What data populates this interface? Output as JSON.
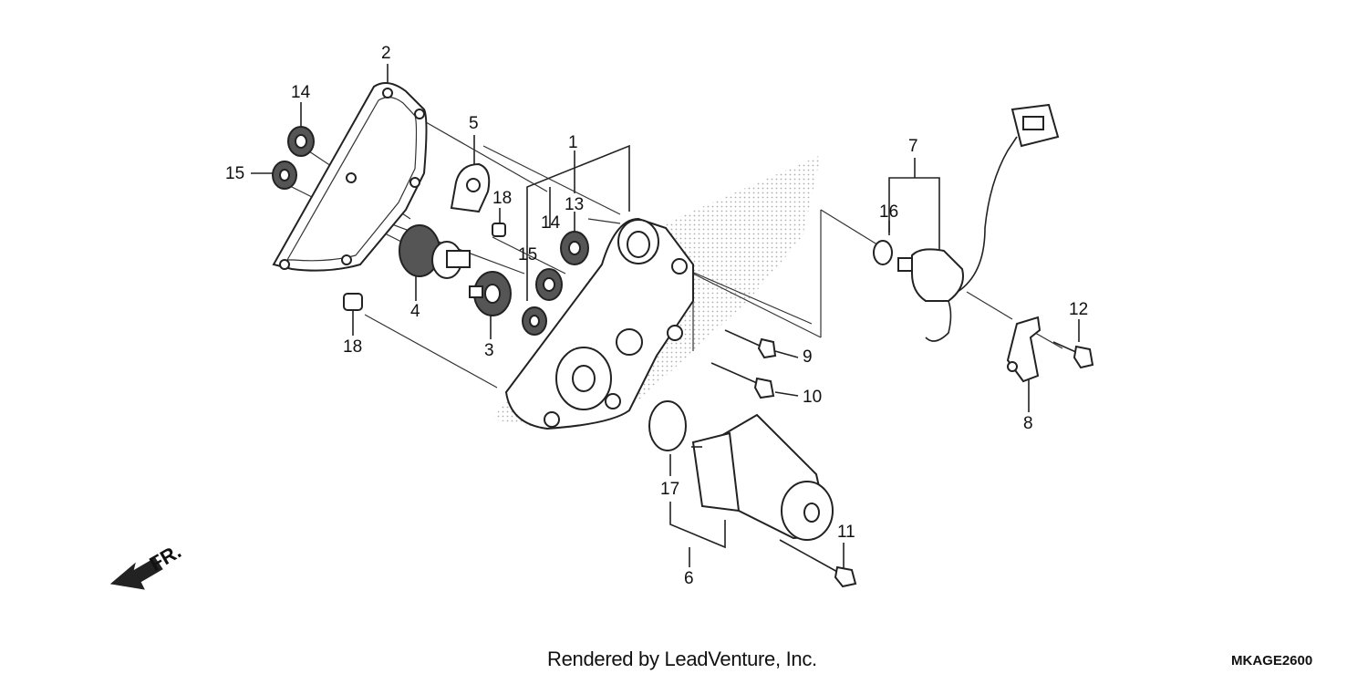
{
  "diagram": {
    "part_labels": {
      "p1": "1",
      "p2": "2",
      "p3": "3",
      "p4": "4",
      "p5": "5",
      "p6": "6",
      "p7": "7",
      "p8": "8",
      "p9": "9",
      "p10": "10",
      "p11": "11",
      "p12": "12",
      "p13": "13",
      "p14a": "14",
      "p14b": "14",
      "p15a": "15",
      "p15b": "15",
      "p16": "16",
      "p17": "17",
      "p18a": "18",
      "p18b": "18"
    },
    "front_indicator": "FR.",
    "credit": "Rendered by LeadVenture, Inc.",
    "diagram_code": "MKAGE2600"
  },
  "colors": {
    "line": "#222222",
    "background": "#ffffff",
    "stipple": "#9a9a9a"
  }
}
